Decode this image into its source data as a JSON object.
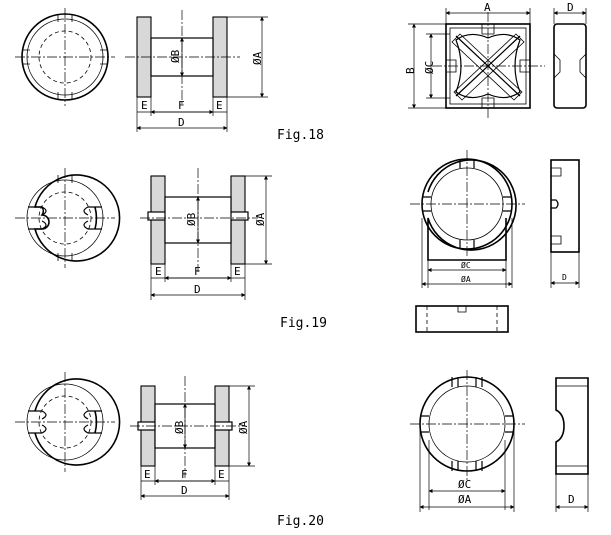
{
  "figures": [
    {
      "caption": "Fig.18",
      "bobbin_labels": {
        "a": "ØA",
        "b": "ØB",
        "d": "D",
        "e": "E",
        "f": "F"
      },
      "core_labels": {
        "a": "A",
        "b": "B",
        "c": "ØC",
        "d": "D"
      }
    },
    {
      "caption": "Fig.19",
      "bobbin_labels": {
        "a": "ØA",
        "b": "ØB",
        "d": "D",
        "e": "E",
        "f": "F"
      },
      "core_labels": {
        "c": "ØC",
        "a": "ØA",
        "d": "D"
      }
    },
    {
      "caption": "Fig.20",
      "bobbin_labels": {
        "a": "ØA",
        "b": "ØB",
        "d": "D",
        "e": "E",
        "f": "F"
      },
      "core_labels": {
        "c": "ØC",
        "a": "ØA",
        "d": "D"
      }
    }
  ]
}
